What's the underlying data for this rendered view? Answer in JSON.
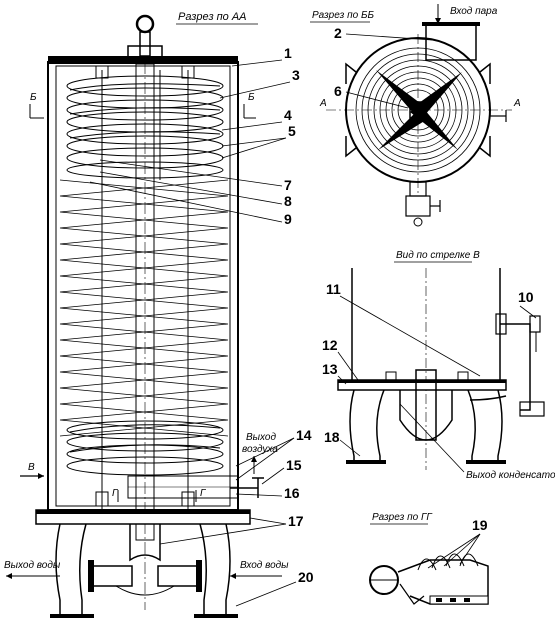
{
  "views": {
    "section_aa": "Разрез по АА",
    "section_bb": "Разрез по ББ",
    "view_arrow_v": "Вид по стрелке В",
    "section_gg": "Разрез по ГГ"
  },
  "flow_labels": {
    "steam_in": "Вход пара",
    "air_out_1": "Выход",
    "air_out_2": "воздуха",
    "water_out": "Выход воды",
    "water_in": "Вход воды",
    "condensate_out": "Выход конденсатора"
  },
  "section_marks": {
    "b": "Б",
    "a": "А",
    "v": "В",
    "g": "Г"
  },
  "callouts": [
    "1",
    "2",
    "3",
    "4",
    "5",
    "6",
    "7",
    "8",
    "9",
    "10",
    "11",
    "12",
    "13",
    "14",
    "15",
    "16",
    "17",
    "18",
    "19",
    "20"
  ]
}
